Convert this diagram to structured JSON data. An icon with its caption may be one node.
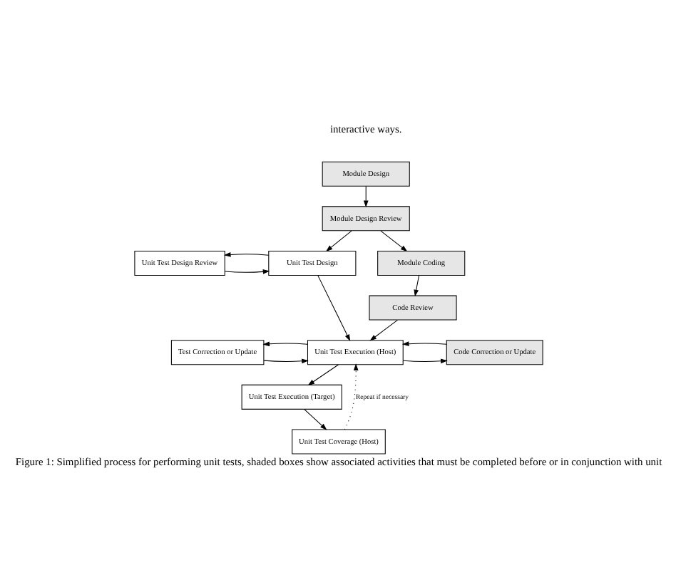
{
  "diagram": {
    "caption": "Figure 1: Simplified process for performing unit tests, shaded boxes show associated activities that must be completed before or in conjunction with unit",
    "nodes": [
      {
        "text": [
          "Module Design"
        ]
      },
      {
        "text": [
          "Module Design Review"
        ]
      },
      {
        "text": [
          "Unit Test Design Review"
        ]
      },
      {
        "text": [
          "Unit Test Design"
        ]
      },
      {
        "text": [
          "Module Coding"
        ]
      },
      {
        "text": [
          "Code Review"
        ]
      },
      {
        "text": [
          "Test Correction or Update"
        ]
      },
      {
        "text": [
          "Unit Test Execution (Host)"
        ]
      },
      {
        "text": [
          "Code Correction or Update"
        ]
      },
      {
        "text": [
          "Unit Test Execution (Target)"
        ]
      },
      {
        "text": [
          "Unit Test Coverage (Host)"
        ]
      }
    ],
    "edges": [
      {
        "from": 0,
        "to": 1,
        "arrow": "to"
      },
      {
        "from": 1,
        "to": 3,
        "arrow": "to"
      },
      {
        "from": 1,
        "to": 4,
        "arrow": "to"
      },
      {
        "from": 2,
        "to": 3,
        "arrow": "to"
      },
      {
        "from": 3,
        "to": 2,
        "arrow": "to"
      },
      {
        "from": 4,
        "to": 5,
        "arrow": "to"
      },
      {
        "from": 3,
        "to": 7,
        "arrow": "to"
      },
      {
        "from": 5,
        "to": 7,
        "arrow": "to"
      },
      {
        "from": 6,
        "to": 7,
        "arrow": "to"
      },
      {
        "from": 7,
        "to": 6,
        "arrow": "to"
      },
      {
        "from": 7,
        "to": 8,
        "arrow": "to"
      },
      {
        "from": 8,
        "to": 7,
        "arrow": "to"
      },
      {
        "from": 7,
        "to": 9,
        "arrow": "to"
      },
      {
        "from": 9,
        "to": 10,
        "arrow": "to"
      },
      {
        "from": 10,
        "to": 7,
        "arrow": "to",
        "label": "Repeat if necessary",
        "style": "dashed"
      }
    ],
    "labels": [
      "interactive ways."
    ]
  }
}
